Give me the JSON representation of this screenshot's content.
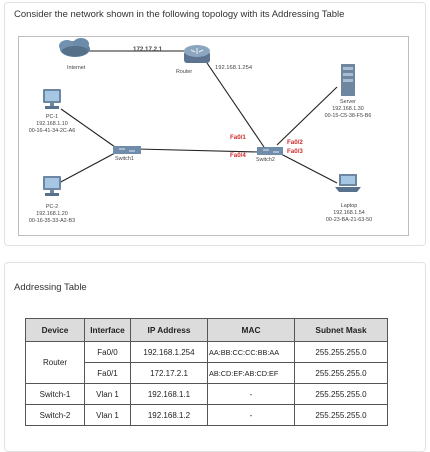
{
  "question": "Consider the network shown in the following topology with its Addressing Table",
  "topology": {
    "internet_label": "Internet",
    "router_label": "Router",
    "wan_network": "172.17.2.1",
    "lan_network": "192.168.1.254",
    "pc1": {
      "name": "PC-1",
      "ip": "192.168.1.10",
      "mac": "00-16-41-34-2C-A6"
    },
    "pc2": {
      "name": "PC-2",
      "ip": "192.168.1.20",
      "mac": "00-16-35-33-A2-B3"
    },
    "switch1_label": "Switch1",
    "switch2_label": "Switch2",
    "server": {
      "name": "Server",
      "ip": "192.168.1.30",
      "mac": "00-15-C5-38-F5-B6"
    },
    "laptop": {
      "name": "Laptop",
      "ip": "192.168.1.54",
      "mac": "00-23-BA-21-63-50"
    },
    "ports": {
      "router_fa01": "Fa0/1",
      "sw2_fa04": "Fa0/4",
      "sw2_fa02": "Fa0/2",
      "sw2_fa03": "Fa0/3"
    }
  },
  "addressing": {
    "heading": "Addressing Table",
    "columns": [
      "Device",
      "Interface",
      "IP Address",
      "MAC",
      "Subnet Mask"
    ],
    "rows": [
      {
        "device": "Router",
        "interface": "Fa0/0",
        "ip": "192.168.1.254",
        "mac": "AA:BB:CC:CC:BB:AA",
        "mask": "255.255.255.0"
      },
      {
        "device": "",
        "interface": "Fa0/1",
        "ip": "172.17.2.1",
        "mac": "AB:CD:EF:AB:CD:EF",
        "mask": "255.255.255.0"
      },
      {
        "device": "Switch-1",
        "interface": "Vlan 1",
        "ip": "192.168.1.1",
        "mac": "-",
        "mask": "255.255.255.0"
      },
      {
        "device": "Switch-2",
        "interface": "Vlan 1",
        "ip": "192.168.1.2",
        "mac": "-",
        "mask": "255.255.255.0"
      }
    ]
  }
}
